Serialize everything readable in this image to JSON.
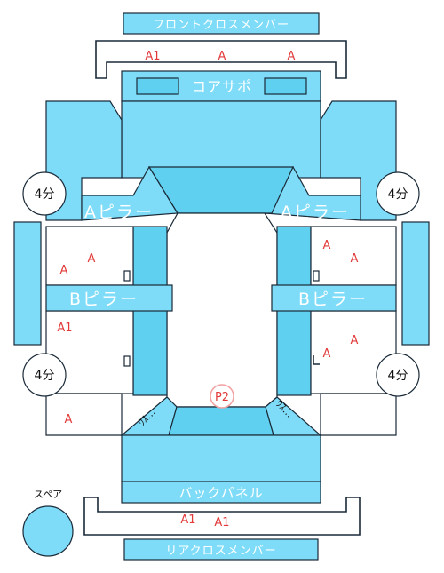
{
  "parts": {
    "front_cross_member": "フロントクロスメンバー",
    "core_support": "コアサポ",
    "a_pillar_left": "Aピラー",
    "a_pillar_right": "Aピラー",
    "b_pillar_left": "Bピラー",
    "b_pillar_right": "Bピラー",
    "back_panel": "バックパネル",
    "rear_cross_member": "リアクロスメンバー",
    "spare": "スペア",
    "corner_label": "ｳｽ…"
  },
  "wheels": {
    "front_left": "4分",
    "front_right": "4分",
    "rear_left": "4分",
    "rear_right": "4分"
  },
  "marks": {
    "front_1": "A1",
    "front_2": "A",
    "front_3": "A",
    "left_1": "A",
    "left_2": "A",
    "left_3": "A1",
    "left_4": "A",
    "right_1": "A",
    "right_2": "A",
    "right_3": "A",
    "right_4": "A",
    "center": "P2",
    "rear_1": "A1",
    "rear_2": "A1"
  },
  "colors": {
    "part_fill": "#7fdcf8",
    "mark": "#e23a3a",
    "outline": "#1a2a38"
  }
}
